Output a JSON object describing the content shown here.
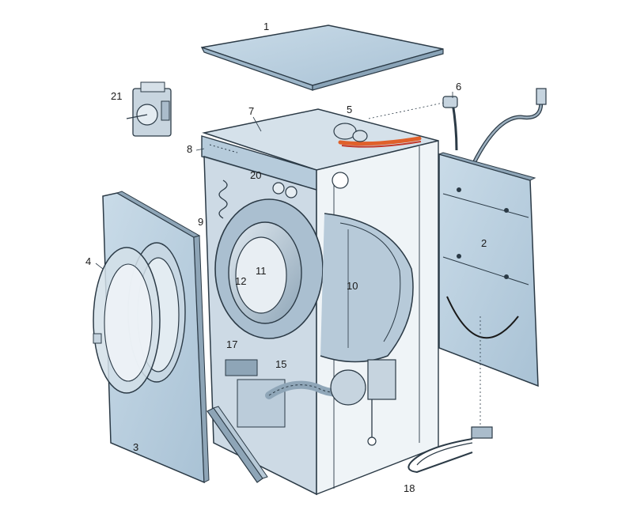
{
  "labels": {
    "l1": "1",
    "l2": "2",
    "l3": "3",
    "l4": "4",
    "l5": "5",
    "l6": "6",
    "l7": "7",
    "l8": "8",
    "l9": "9",
    "l10": "10",
    "l11": "11",
    "l12": "12",
    "l15": "15",
    "l17": "17",
    "l18": "18",
    "l20": "20",
    "l21": "21"
  },
  "colors": {
    "panel": "#b9cfe0",
    "panel_dark": "#9db6c9",
    "outline": "#2b3a46",
    "body_fill": "#cfdde8",
    "heater_wire": "#e0602a"
  }
}
